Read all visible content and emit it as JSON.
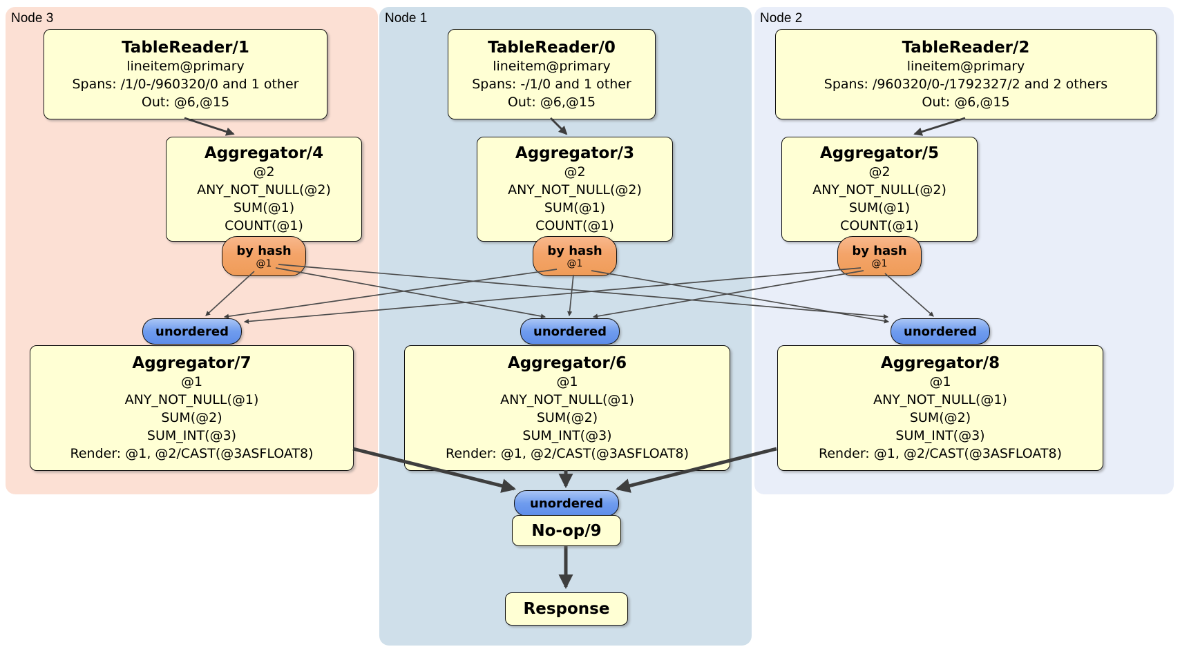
{
  "colors": {
    "group_node3": "#fce0d4",
    "group_node1": "#cfdfea",
    "group_node2": "#e9eef9",
    "box_fill": "#ffffd4",
    "router_fill": "#f4a469",
    "sync_fill": "#6f9cee",
    "edge": "#3e3e3e",
    "edge_thin": "#4c4c4c"
  },
  "groups": [
    {
      "label": "Node 3"
    },
    {
      "label": "Node 1"
    },
    {
      "label": "Node 2"
    }
  ],
  "processors": {
    "tr1": {
      "title": "TableReader/1",
      "lines": [
        "lineitem@primary",
        "Spans: /1/0-/960320/0 and 1 other",
        "Out: @6,@15"
      ]
    },
    "tr0": {
      "title": "TableReader/0",
      "lines": [
        "lineitem@primary",
        "Spans: -/1/0 and 1 other",
        "Out: @6,@15"
      ]
    },
    "tr2": {
      "title": "TableReader/2",
      "lines": [
        "lineitem@primary",
        "Spans: /960320/0-/1792327/2 and 2 others",
        "Out: @6,@15"
      ]
    },
    "agg4": {
      "title": "Aggregator/4",
      "lines": [
        "@2",
        "ANY_NOT_NULL(@2)",
        "SUM(@1)",
        "COUNT(@1)"
      ]
    },
    "agg3": {
      "title": "Aggregator/3",
      "lines": [
        "@2",
        "ANY_NOT_NULL(@2)",
        "SUM(@1)",
        "COUNT(@1)"
      ]
    },
    "agg5": {
      "title": "Aggregator/5",
      "lines": [
        "@2",
        "ANY_NOT_NULL(@2)",
        "SUM(@1)",
        "COUNT(@1)"
      ]
    },
    "agg7": {
      "title": "Aggregator/7",
      "lines": [
        "@1",
        "ANY_NOT_NULL(@1)",
        "SUM(@2)",
        "SUM_INT(@3)",
        "Render: @1, @2/CAST(@3ASFLOAT8)"
      ]
    },
    "agg6": {
      "title": "Aggregator/6",
      "lines": [
        "@1",
        "ANY_NOT_NULL(@1)",
        "SUM(@2)",
        "SUM_INT(@3)",
        "Render: @1, @2/CAST(@3ASFLOAT8)"
      ]
    },
    "agg8": {
      "title": "Aggregator/8",
      "lines": [
        "@1",
        "ANY_NOT_NULL(@1)",
        "SUM(@2)",
        "SUM_INT(@3)",
        "Render: @1, @2/CAST(@3ASFLOAT8)"
      ]
    },
    "noop": {
      "title": "No-op/9"
    },
    "response": {
      "title": "Response"
    }
  },
  "router": {
    "label": "by hash",
    "stream": "@1"
  },
  "sync": {
    "label": "unordered"
  }
}
